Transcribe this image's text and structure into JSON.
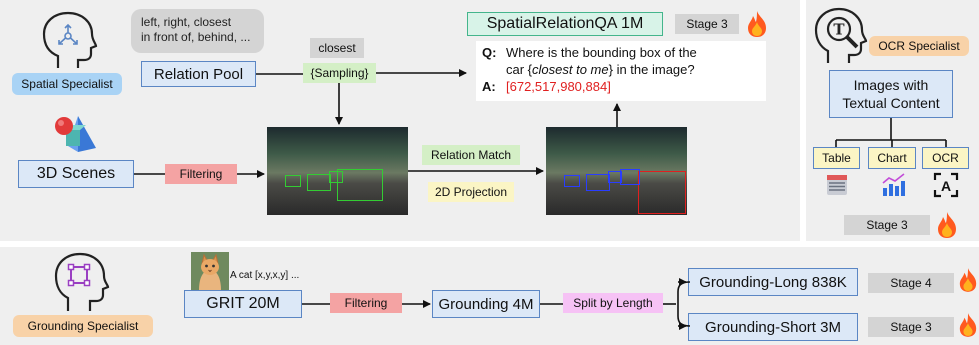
{
  "spatial": {
    "label": "Spatial Specialist",
    "relation_bubble": [
      "left, right, closest",
      "in front of, behind, ..."
    ],
    "relation_pool": "Relation Pool",
    "closest_tag": "closest",
    "sampling": "{Sampling}",
    "scenes": "3D Scenes",
    "filtering": "Filtering",
    "relation_match": "Relation Match",
    "projection": "2D Projection",
    "dataset": "SpatialRelationQA 1M",
    "stage": "Stage 3",
    "q_key": "Q:",
    "q_line1": "Where is the bounding box of the",
    "q_pre": "car {",
    "q_em": "closest to me",
    "q_post": "} in the image?",
    "a_key": "A:",
    "answer": "[672,517,980,884]"
  },
  "ocr": {
    "label": "OCR Specialist",
    "content_box": [
      "Images with",
      "Textual Content"
    ],
    "categories": [
      "Table",
      "Chart",
      "OCR"
    ],
    "stage": "Stage 3"
  },
  "grounding": {
    "label": "Grounding Specialist",
    "caption": "A cat [x,y,x,y] ...",
    "grit": "GRIT 20M",
    "filtering": "Filtering",
    "grounding4m": "Grounding 4M",
    "split": "Split by Length",
    "long": "Grounding-Long 838K",
    "long_stage": "Stage 4",
    "short": "Grounding-Short 3M",
    "short_stage": "Stage 3"
  },
  "colors": {
    "blue_fill": "#dce8f7",
    "red_tag": "#f4a3a3",
    "green_tag": "#d4efc6",
    "yellow_tag": "#fbf5c5",
    "pink_tag": "#f6c2f5",
    "spatial_label": "#a9d3f5",
    "specialist_label": "#f8d2a8",
    "answer_red": "#e02020"
  }
}
